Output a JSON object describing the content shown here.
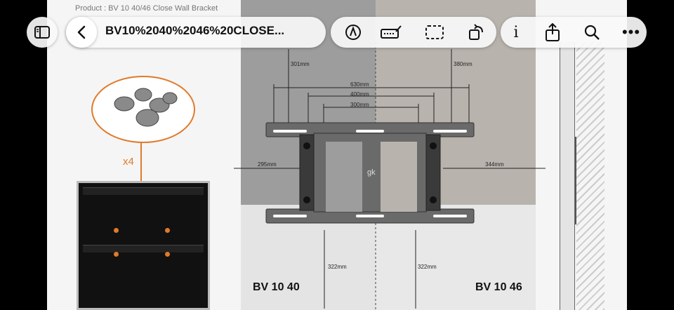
{
  "document": {
    "header_text": "Product : BV 10 40/46 Close Wall Bracket",
    "models": [
      "BV 10 40",
      "BV 10 46"
    ],
    "multiplier": "x4",
    "dimensions": {
      "top_left": "301mm",
      "top_right": "380mm",
      "width_630": "630mm",
      "width_400": "400mm",
      "width_300": "300mm",
      "side_left": "295mm",
      "side_right": "344mm",
      "bottom_left": "322mm",
      "bottom_right": "322mm"
    },
    "brand_mark": "gk"
  },
  "toolbar": {
    "title": "BV10%2040%2046%20CLOSE...",
    "left_buttons": [
      "sidebar-icon",
      "back-chevron-icon"
    ],
    "markup_tools": [
      "pen-markup-icon",
      "text-field-icon",
      "selection-icon",
      "rotate-icon"
    ],
    "actions": [
      "info-icon",
      "share-icon",
      "search-icon",
      "more-icon"
    ],
    "info_glyph": "i",
    "more_glyph": "•••"
  },
  "colors": {
    "accent": "#e07a2a",
    "bracket": "#6a6a6a"
  }
}
